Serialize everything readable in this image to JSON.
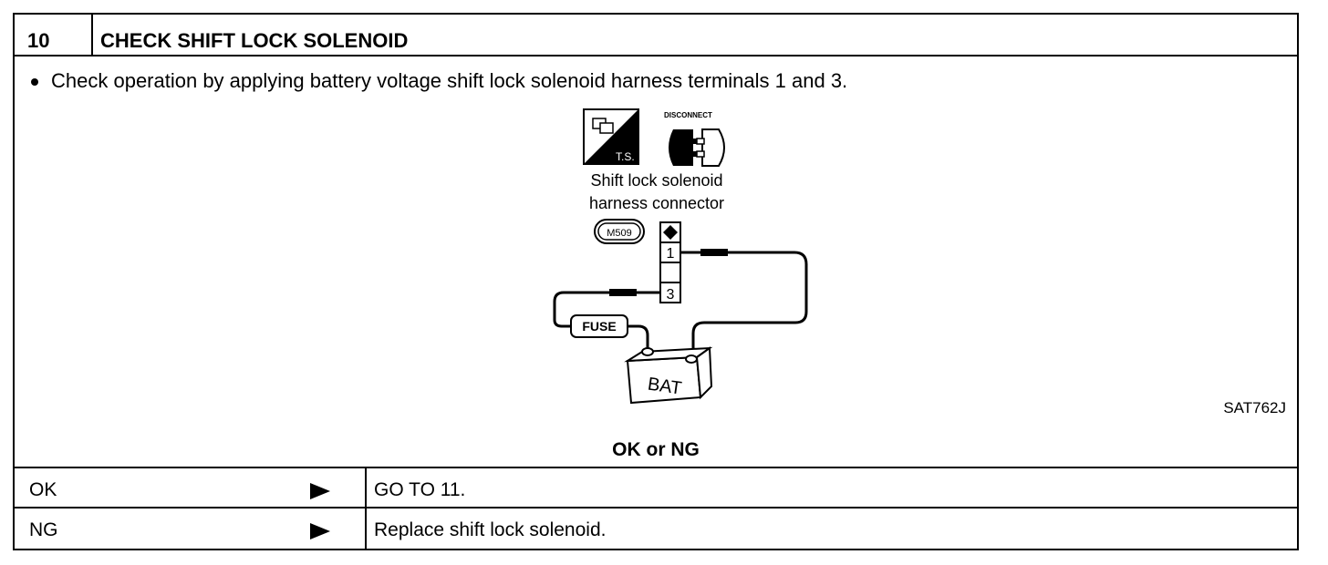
{
  "step": {
    "number": "10",
    "title": "CHECK SHIFT LOCK SOLENOID"
  },
  "instruction": "Check operation by applying battery voltage shift lock solenoid harness terminals 1 and 3.",
  "diagram": {
    "icon_ts_label": "T.S.",
    "icon_disconnect_label": "DISCONNECT",
    "connector_label_line1": "Shift lock solenoid",
    "connector_label_line2": "harness connector",
    "connector_code": "M509",
    "terminal_1": "1",
    "terminal_3": "3",
    "fuse_label": "FUSE",
    "battery_label": "BAT",
    "figure_code": "SAT762J"
  },
  "question": "OK or NG",
  "results": [
    {
      "label": "OK",
      "action": "GO TO 11."
    },
    {
      "label": "NG",
      "action": "Replace shift lock solenoid."
    }
  ]
}
